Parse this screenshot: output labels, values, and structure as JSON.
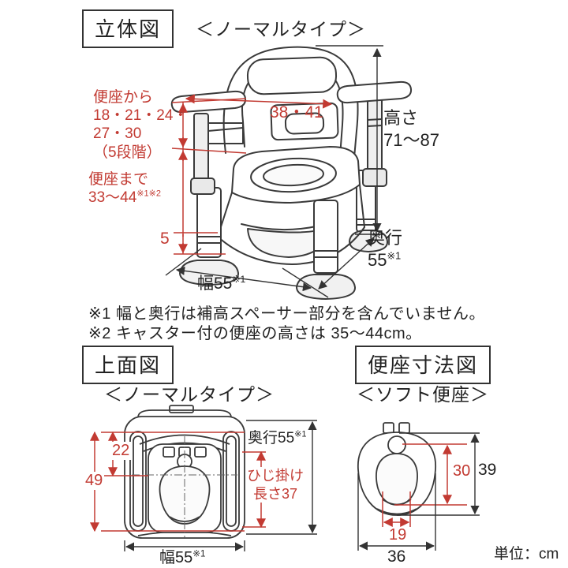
{
  "colors": {
    "accent_red": "#c23a32",
    "ink": "#222222"
  },
  "perspective": {
    "title": "立体図",
    "subtitle": "＜ノーマルタイプ＞",
    "seat_from": {
      "l1": "便座から",
      "l2": "18・21・24・",
      "l3": "27・30",
      "l4": "（5段階）"
    },
    "backrest_width": "38・41",
    "height": {
      "l1": "高さ",
      "l2": "71〜87"
    },
    "seat_to": {
      "l1": "便座まで",
      "value": "33〜44",
      "sup": "※1※2"
    },
    "spacer": "5",
    "depth": {
      "l1": "奥行",
      "value": "55",
      "sup": "※1"
    },
    "width": {
      "value": "幅55",
      "sup": "※1"
    }
  },
  "notes": {
    "n1": "※1 幅と奥行は補高スペーサー部分を含んでいません。",
    "n2": "※2 キャスター付の便座の高さは 35〜44cm。"
  },
  "top_view": {
    "title": "上面図",
    "subtitle": "＜ノーマルタイプ＞",
    "d22": "22",
    "d49": "49",
    "depth": {
      "value": "奥行55",
      "sup": "※1"
    },
    "armrest": {
      "l1": "ひじ掛け",
      "l2": "長さ37"
    },
    "width": {
      "value": "幅55",
      "sup": "※1"
    }
  },
  "seat_view": {
    "title": "便座寸法図",
    "subtitle": "＜ソフト便座＞",
    "d30": "30",
    "d39": "39",
    "d19": "19",
    "d36": "36"
  },
  "unit_note": "単位：cm"
}
